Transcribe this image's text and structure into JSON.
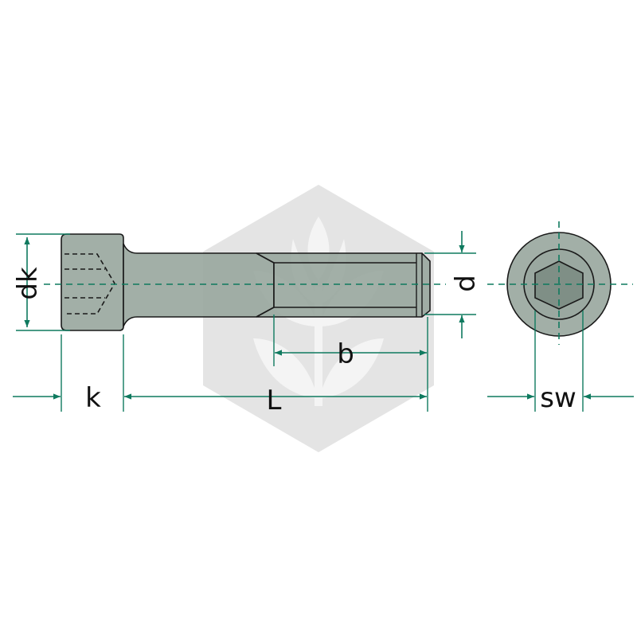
{
  "labels": {
    "dk": "dk",
    "k": "k",
    "L": "L",
    "b": "b",
    "d": "d",
    "sw": "sw"
  },
  "colors": {
    "dimension_line": "#0f7a5f",
    "outline": "#1a1a1a",
    "bolt_fill": "#9aa8a0",
    "watermark": "#e4e4e4",
    "watermark_leaf": "#f2f2f2"
  },
  "watermark": {
    "icon": "hexagon-leaf-logo-icon"
  }
}
